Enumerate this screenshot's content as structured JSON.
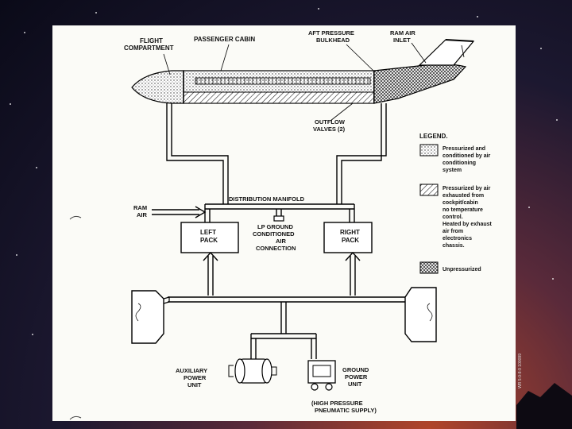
{
  "labels": {
    "flight_compartment": [
      "FLIGHT",
      "COMPARTMENT"
    ],
    "passenger_cabin": "PASSENGER CABIN",
    "aft_pressure_bulkhead": [
      "AFT PRESSURE",
      "BULKHEAD"
    ],
    "ram_air_inlet": [
      "RAM AIR",
      "INLET"
    ],
    "outflow_valves": [
      "OUTFLOW",
      "VALVES (2)"
    ],
    "distribution_manifold": "DISTRIBUTION MANIFOLD",
    "ram_air": [
      "RAM",
      "AIR"
    ],
    "left_pack": [
      "LEFT",
      "PACK"
    ],
    "right_pack": [
      "RIGHT",
      "PACK"
    ],
    "lp_ground": [
      "LP GROUND",
      "CONDITIONED",
      "AIR",
      "CONNECTION"
    ],
    "apu": [
      "AUXILIARY",
      "POWER",
      "UNIT"
    ],
    "ground_power_unit": [
      "GROUND",
      "POWER",
      "UNIT"
    ],
    "high_pressure": [
      "(HIGH PRESSURE",
      "PNEUMATIC SUPPLY)"
    ]
  },
  "legend": {
    "title": "LEGEND.",
    "entry1": [
      "Pressurized and",
      "conditioned by air",
      "conditioning",
      "system"
    ],
    "entry2": [
      "Pressurized by air",
      "exhausted from",
      "cockpit/cabin",
      "no temperature",
      "control.",
      "Heated by exhaust",
      "air from",
      "electronics",
      "chassis."
    ],
    "entry3": "Unpressurized"
  },
  "side_note": "WR 5-0-8-9 100099"
}
